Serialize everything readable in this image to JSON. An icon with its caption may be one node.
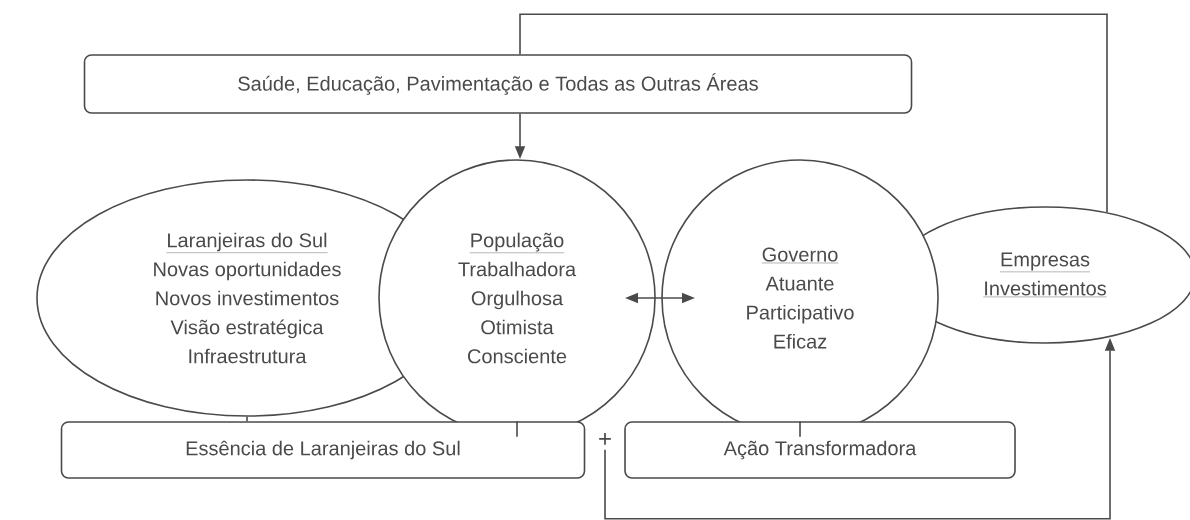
{
  "diagram": {
    "nodes": [
      {
        "text": [
          "Saúde, Educação, Pavimentação e Todas as Outras Áreas"
        ]
      },
      {
        "text": [
          "Laranjeiras do Sul",
          "Novas oportunidades",
          "Novos investimentos",
          "Visão estratégica",
          "Infraestrutura"
        ]
      },
      {
        "text": [
          "População",
          "Trabalhadora",
          "Orgulhosa",
          "Otimista",
          "Consciente"
        ]
      },
      {
        "text": [
          "Governo",
          "Atuante",
          "Participativo",
          "Eficaz"
        ]
      },
      {
        "text": [
          "Empresas",
          "Investimentos"
        ]
      },
      {
        "text": [
          "Essência de Laranjeiras do Sul"
        ]
      },
      {
        "text": [
          "Ação Transformadora"
        ]
      },
      {
        "text": [
          "+"
        ]
      }
    ],
    "edges": [
      {
        "from": 4,
        "to": 0,
        "arrow": "none"
      },
      {
        "from": 0,
        "to": 2,
        "arrow": "to"
      },
      {
        "from": 2,
        "to": 3,
        "arrow": "both"
      },
      {
        "from": 1,
        "to": 5,
        "arrow": "none"
      },
      {
        "from": 2,
        "to": 5,
        "arrow": "none"
      },
      {
        "from": 3,
        "to": 6,
        "arrow": "none"
      },
      {
        "from": 7,
        "to": 4,
        "arrow": "to"
      }
    ]
  }
}
